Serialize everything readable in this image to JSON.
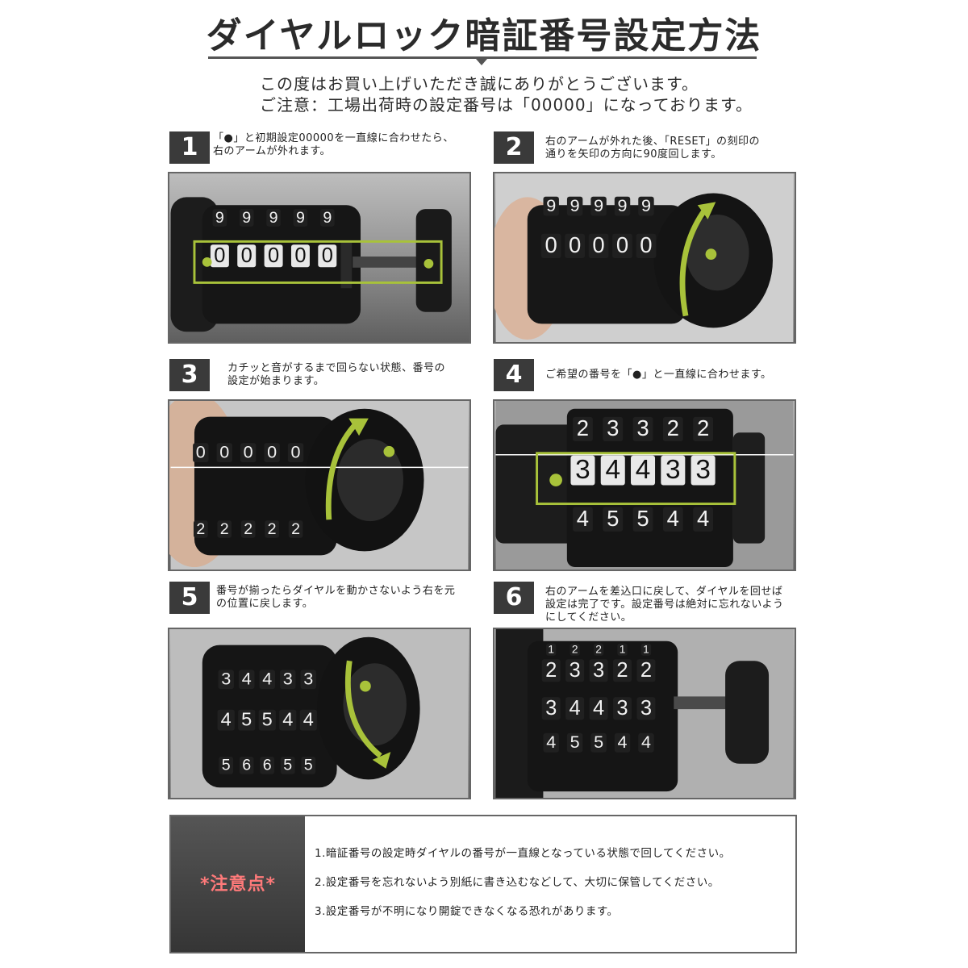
{
  "header": {
    "title": "ダイヤルロック暗証番号設定方法",
    "intro_line1": "この度はお買い上げいただき誠にありがとうございます。",
    "intro_line2": "ご注意：工場出荷時の設定番号は「00000」になっております。"
  },
  "steps": [
    {
      "number": "1",
      "line1": "「●」と初期設定00000を一直線に合わせたら、",
      "line2": "右のアームが外れます。",
      "line3": "",
      "photo": {
        "rows": [
          [
            "9",
            "9",
            "9",
            "9",
            "9"
          ],
          [
            "0",
            "0",
            "0",
            "0",
            "0"
          ]
        ]
      }
    },
    {
      "number": "2",
      "line1": "右のアームが外れた後、「RESET」の刻印の",
      "line2": "通りを矢印の方向に90度回します。",
      "line3": "",
      "photo": {
        "rows": [
          [
            "9",
            "9",
            "9",
            "9",
            "9"
          ],
          [
            "0",
            "0",
            "0",
            "0",
            "0"
          ]
        ]
      }
    },
    {
      "number": "3",
      "line1": "カチッと音がするまで回らない状態、番号の",
      "line2": "設定が始まります。",
      "line3": "",
      "photo": {
        "rows": [
          [
            "0",
            "0",
            "0",
            "0",
            "0"
          ],
          [
            "2",
            "2",
            "2",
            "2",
            "2"
          ]
        ]
      }
    },
    {
      "number": "4",
      "line1": "ご希望の番号を「●」と一直線に合わせます。",
      "line2": "",
      "line3": "",
      "photo": {
        "rows": [
          [
            "2",
            "3",
            "3",
            "2",
            "2"
          ],
          [
            "3",
            "4",
            "4",
            "3",
            "3"
          ],
          [
            "4",
            "5",
            "5",
            "4",
            "4"
          ]
        ]
      }
    },
    {
      "number": "5",
      "line1": "番号が揃ったらダイヤルを動かさないよう右を元",
      "line2": "の位置に戻します。",
      "line3": "",
      "photo": {
        "rows": [
          [
            "3",
            "4",
            "4",
            "3",
            "3"
          ],
          [
            "4",
            "5",
            "5",
            "4",
            "4"
          ],
          [
            "5",
            "6",
            "6",
            "5",
            "5"
          ]
        ]
      }
    },
    {
      "number": "6",
      "line1": "右のアームを差込口に戻して、ダイヤルを回せば",
      "line2": "設定は完了です。設定番号は絶対に忘れないよう",
      "line3": "にしてください。",
      "photo": {
        "rows": [
          [
            "1",
            "2",
            "2",
            "1",
            "1"
          ],
          [
            "2",
            "3",
            "3",
            "2",
            "2"
          ],
          [
            "3",
            "4",
            "4",
            "3",
            "3"
          ],
          [
            "4",
            "5",
            "5",
            "4",
            "4"
          ]
        ]
      }
    }
  ],
  "notes": {
    "label": "*注意点*",
    "items": [
      "1.暗証番号の設定時ダイヤルの番号が一直線となっている状態で回してください。",
      "2.設定番号を忘れないよう別紙に書き込むなどして、大切に保管してください。",
      "3.設定番号が不明になり開錠できなくなる恐れがあります。"
    ]
  },
  "colors": {
    "highlight": "#a8c23a",
    "badge": "#3a3a3a",
    "notes_label": "#ff7a7a"
  }
}
